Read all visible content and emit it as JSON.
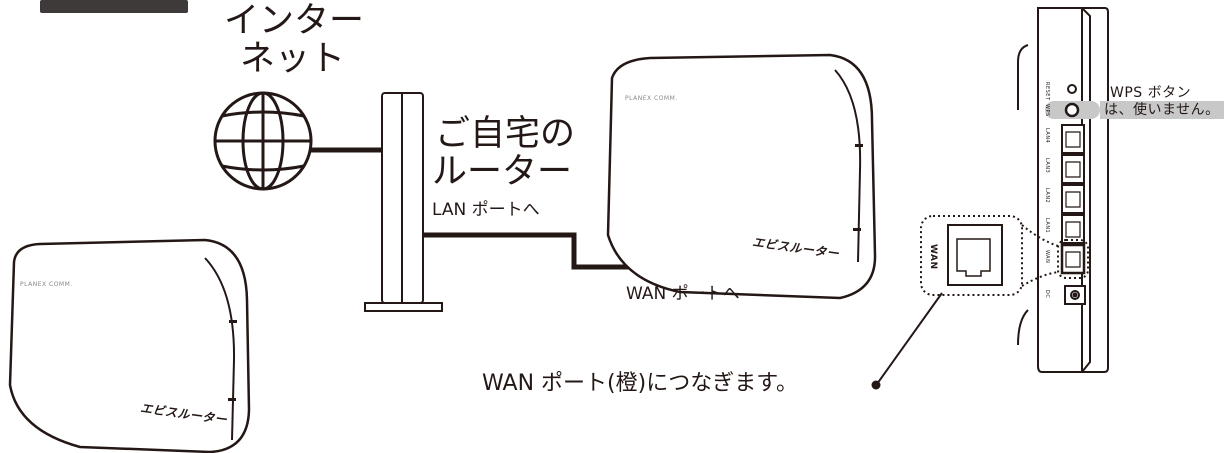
{
  "labels": {
    "internet": [
      "インター",
      "ネット"
    ],
    "home_router": [
      "ご自宅の",
      "ルーター"
    ],
    "to_lan_port": "LAN ポートへ",
    "to_wan_port": "WAN ポートへ",
    "connect_wan": "WAN ポート(橙)につなぎます。",
    "wps_note": [
      "WPS ボタン",
      "は、使いません。"
    ]
  },
  "device": {
    "brand_logo": "PLANEX COMM.",
    "product_name": "エビスルーター"
  },
  "rear_panel": {
    "port_labels": [
      "RESET",
      "WPS",
      "LAN4",
      "LAN3",
      "LAN2",
      "LAN1",
      "WAN",
      "DC"
    ],
    "zoom_label": "WAN"
  }
}
